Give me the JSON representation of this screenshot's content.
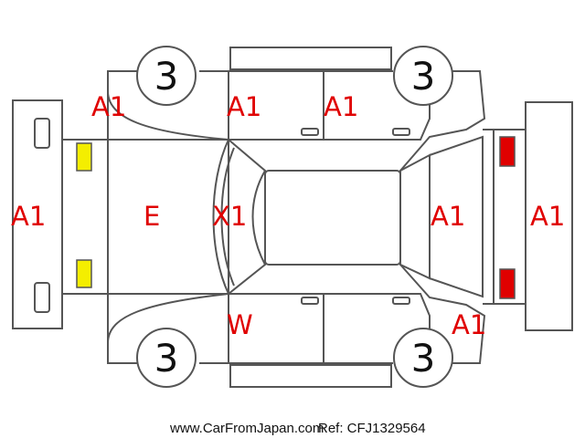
{
  "diagram": {
    "marks": {
      "left_front_fender": "A1",
      "left_front_door": "A1",
      "left_rear_door": "A1",
      "front_bumper": "A1",
      "hood": "E",
      "windshield": "X1",
      "tailgate": "A1",
      "rear_bumper": "A1",
      "right_front_pillar": "W",
      "right_rear_fender": "A1"
    },
    "tires": {
      "front_left": "3",
      "rear_left": "3",
      "front_right": "3",
      "rear_right": "3"
    },
    "colors": {
      "mark_red": "#e00000",
      "headlight_yellow": "#f4ee00",
      "taillight_red": "#e00000",
      "outline": "#555555"
    }
  },
  "footer": {
    "site": "www.CarFromJapan.com",
    "ref": "Ref: CFJ1329564"
  }
}
